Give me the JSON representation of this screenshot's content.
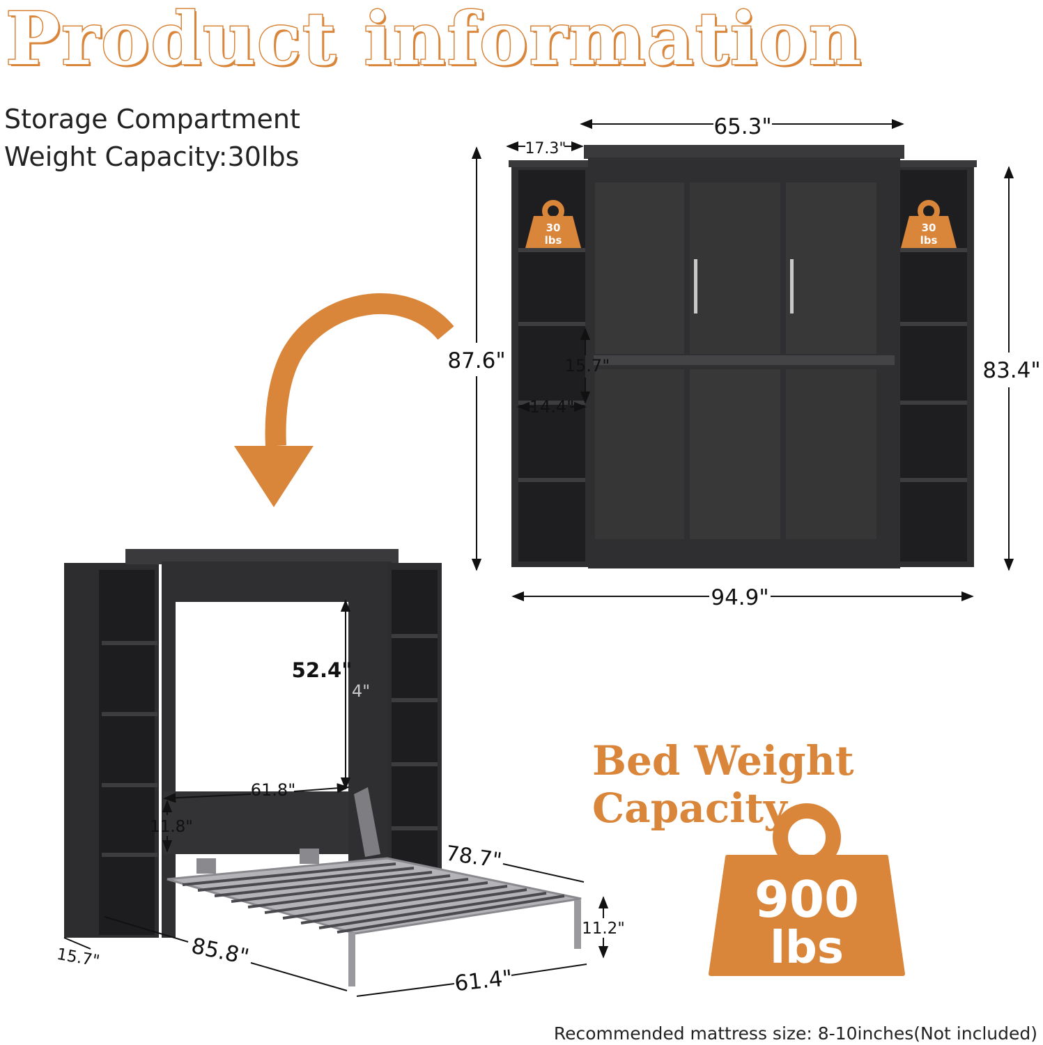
{
  "title": "Product information",
  "storage": {
    "line1": "Storage Compartment",
    "line2": "Weight Capacity:30lbs"
  },
  "badge_small": {
    "value": "30",
    "unit": "lbs"
  },
  "badge_large": {
    "value": "900",
    "unit": "lbs"
  },
  "capacity_title": "Bed Weight Capacity",
  "dimensions": {
    "top_width": "65.3\"",
    "side_width": "17.3\"",
    "left_height": "87.6\"",
    "right_height": "83.4\"",
    "shelf_height": "15.7\"",
    "shelf_width": "14.4\"",
    "total_width": "94.9\"",
    "opening_height": "52.4\"",
    "opening_height_ghost": "4\"",
    "head_width": "61.8\"",
    "head_height": "11.8\"",
    "bed_length": "78.7\"",
    "leg_height": "11.2\"",
    "depth": "15.7\"",
    "open_depth": "85.8\"",
    "bed_width": "61.4\""
  },
  "colors": {
    "accent": "#d9853a",
    "cabinet": "#2f2f31",
    "frame": "#9a9a9e"
  },
  "note": "Recommended mattress size: 8-10inches(Not included)"
}
